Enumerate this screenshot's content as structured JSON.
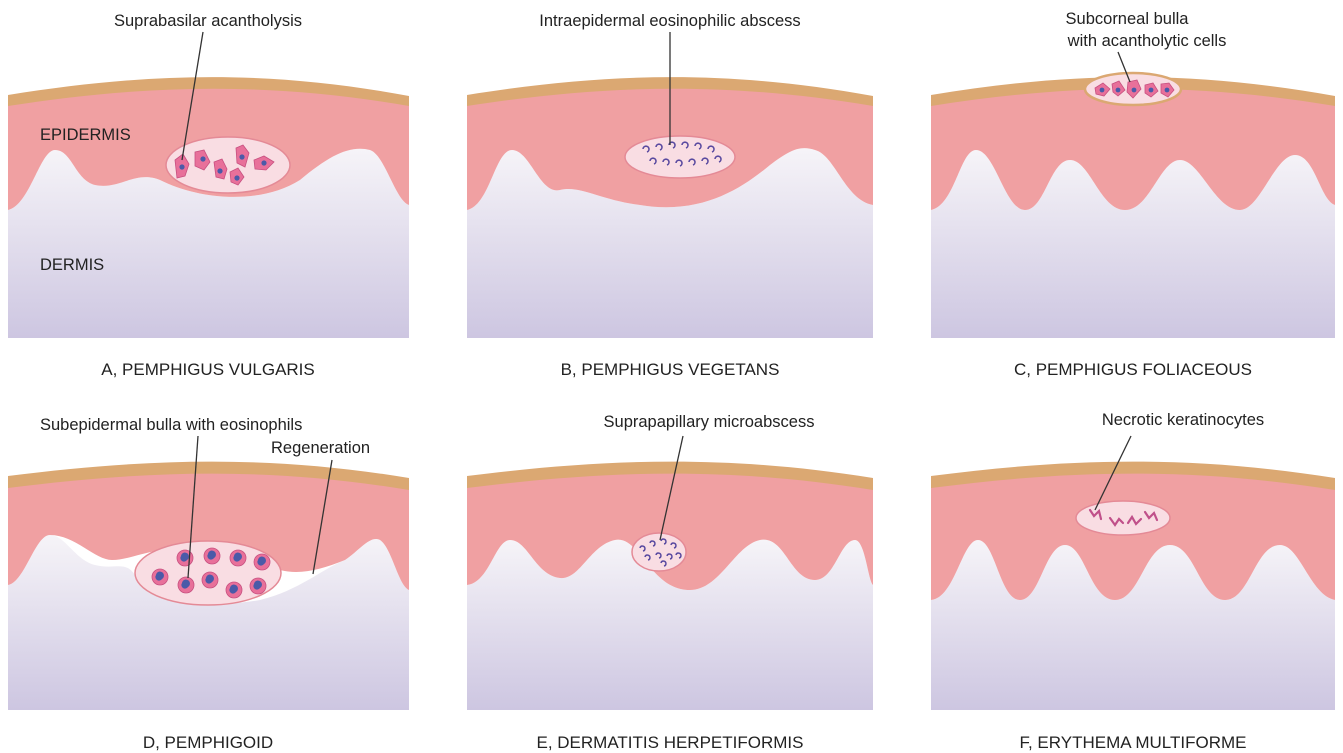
{
  "colors": {
    "stratum_corneum": "#dba872",
    "epidermis": "#f0a0a2",
    "dermis_top": "#f6f4f8",
    "dermis_bottom": "#cdc6e1",
    "vesicle_fill": "#f9dde3",
    "cell_pink": "#e8709a",
    "nucleus": "#4a5aa8"
  },
  "layer_labels": {
    "epidermis": "EPIDERMIS",
    "dermis": "DERMIS"
  },
  "panels": [
    {
      "key": "a",
      "caption": "A, PEMPHIGUS VULGARIS",
      "annotations": [
        "Suprabasilar acantholysis"
      ]
    },
    {
      "key": "b",
      "caption": "B, PEMPHIGUS VEGETANS",
      "annotations": [
        "Intraepidermal eosinophilic abscess"
      ]
    },
    {
      "key": "c",
      "caption": "C, PEMPHIGUS FOLIACEOUS",
      "annotations": [
        "Subcorneal bulla",
        "with acantholytic cells"
      ]
    },
    {
      "key": "d",
      "caption": "D, PEMPHIGOID",
      "annotations": [
        "Subepidermal bulla with eosinophils",
        "Regeneration"
      ]
    },
    {
      "key": "e",
      "caption": "E, DERMATITIS HERPETIFORMIS",
      "annotations": [
        "Suprapapillary microabscess"
      ]
    },
    {
      "key": "f",
      "caption": "F, ERYTHEMA MULTIFORME",
      "annotations": [
        "Necrotic keratinocytes"
      ]
    }
  ]
}
